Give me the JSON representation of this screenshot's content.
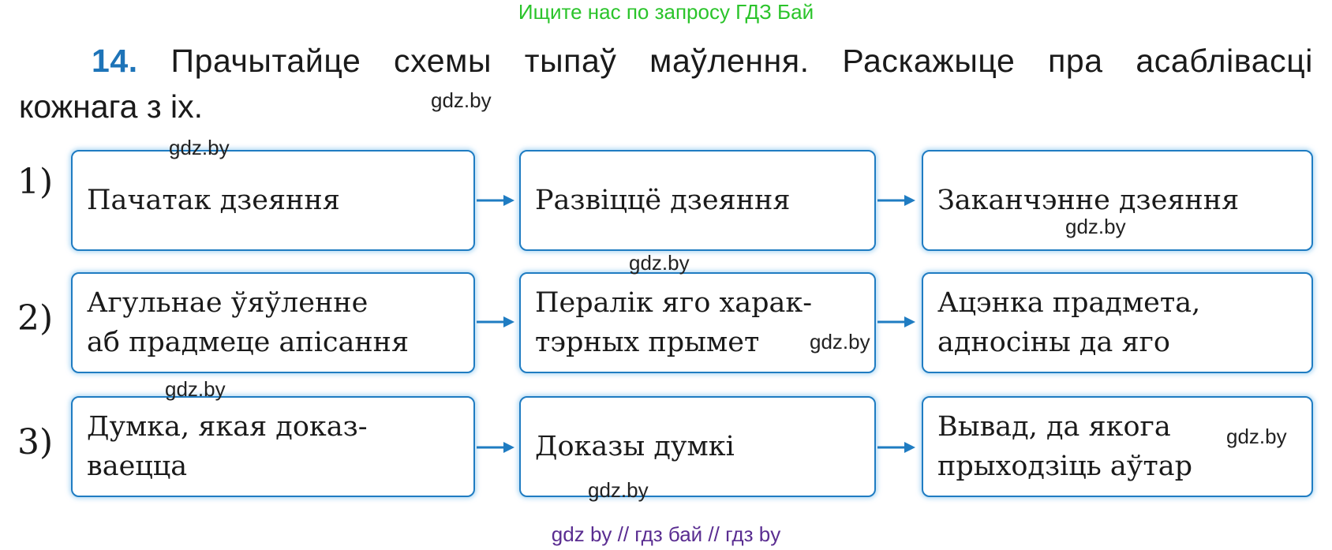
{
  "banner": "Ищите нас по запросу ГДЗ Бай",
  "task": {
    "number": "14.",
    "line1": "Прачытайце схемы тыпаў маўлення. Раскажыце пра асаблівасці",
    "line2": "кожнага з іх."
  },
  "rows": [
    {
      "label": "1)",
      "boxes": [
        "Пачатак дзеяння",
        "Развіццё дзеяння",
        "Заканчэнне дзеяння"
      ]
    },
    {
      "label": "2)",
      "boxes": [
        "Агульнае ўяўленне\nаб прадмеце апісання",
        "Пералік яго харак-\nтэрных прымет",
        "Ацэнка прадмета,\nадносіны да яго"
      ]
    },
    {
      "label": "3)",
      "boxes": [
        "Думка, якая доказ-\nваецца",
        "Доказы думкі",
        "Вывад, да якога\nпрыходзіць аўтар"
      ]
    }
  ],
  "watermark": "gdz.by",
  "footer": "gdz by  //  гдз бай  //  гдз by",
  "colors": {
    "banner": "#2bc42b",
    "task_number": "#1e74b8",
    "box_border": "#1f7cc2",
    "arrow": "#1f7cc2",
    "footer": "#5a2d91"
  }
}
